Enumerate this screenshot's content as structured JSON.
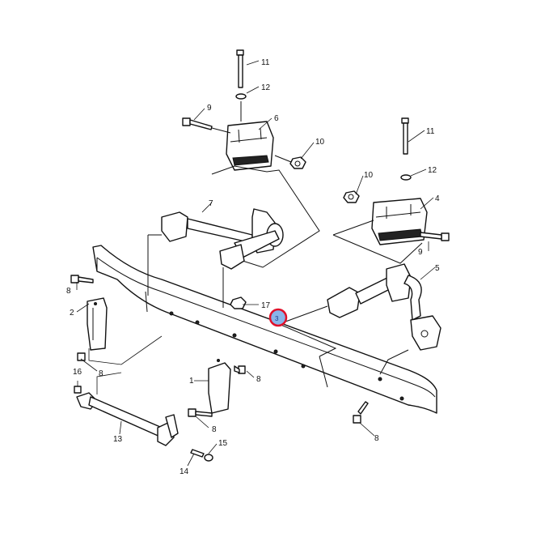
{
  "labels": {
    "l1": "1",
    "l2": "2",
    "l3": "3",
    "l4": "4",
    "l5": "5",
    "l6": "6",
    "l7": "7",
    "l8a": "8",
    "l8b": "8",
    "l8c": "8",
    "l8d": "8",
    "l8e": "8",
    "l9a": "9",
    "l9b": "9",
    "l10a": "10",
    "l10b": "10",
    "l11a": "11",
    "l11b": "11",
    "l12a": "12",
    "l12b": "12",
    "l13": "13",
    "l14": "14",
    "l15": "15",
    "l16": "16",
    "l17": "17"
  },
  "highlight": {
    "color": "#e0102a",
    "fill": "#8ab4e8"
  }
}
